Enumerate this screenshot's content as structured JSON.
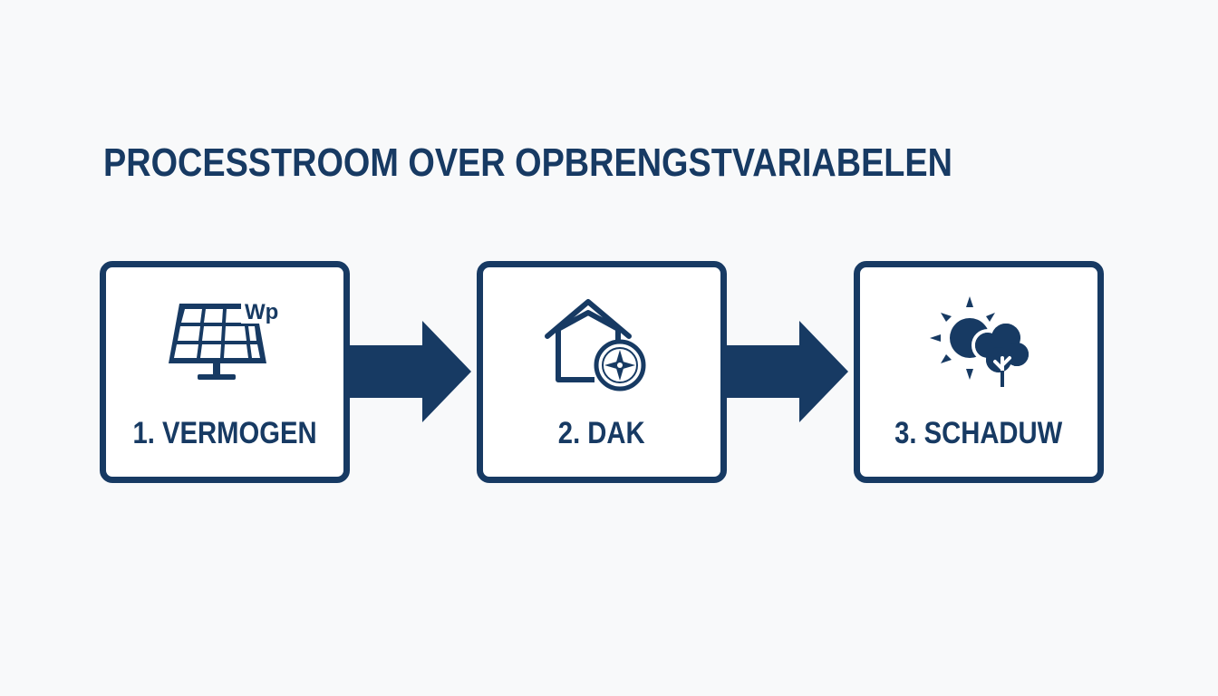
{
  "title": "PROCESSTROOM OVER OPBRENGSTVARIABELEN",
  "steps": [
    {
      "label": "1. VERMOGEN",
      "icon": "solar-panel-icon",
      "icon_text": "Wp"
    },
    {
      "label": "2. DAK",
      "icon": "house-compass-icon"
    },
    {
      "label": "3. SCHADUW",
      "icon": "sun-tree-icon"
    }
  ],
  "colors": {
    "primary": "#173a63",
    "background": "#f8f9fa",
    "box_fill": "#ffffff"
  }
}
